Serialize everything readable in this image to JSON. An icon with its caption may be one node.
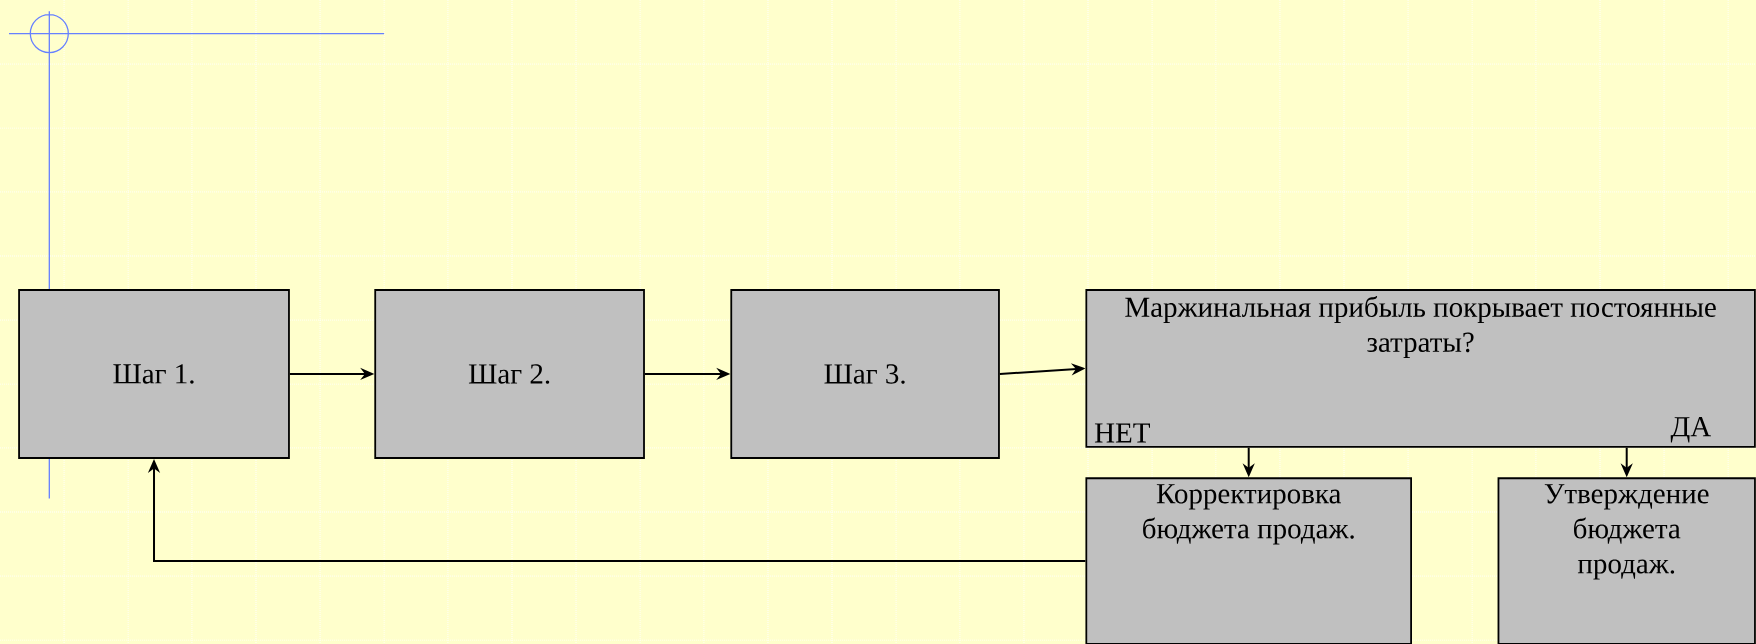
{
  "diagram": {
    "nodes": [
      {
        "text": [
          "Шаг 1."
        ]
      },
      {
        "text": [
          "Шаг 2."
        ]
      },
      {
        "text": [
          "Шаг 3."
        ]
      },
      {
        "text": [
          "Маржинальная прибыль  покрывает постоянные затраты?",
          "НЕТ",
          "ДА"
        ]
      },
      {
        "text": [
          "Корректировка бюджета продаж."
        ]
      },
      {
        "text": [
          "Утверждение бюджета продаж."
        ]
      }
    ],
    "edges": [
      {
        "from": 0,
        "to": 1,
        "arrow": "to"
      },
      {
        "from": 1,
        "to": 2,
        "arrow": "to"
      },
      {
        "from": 2,
        "to": 3,
        "arrow": "to"
      },
      {
        "from": 3,
        "to": 4,
        "arrow": "to"
      },
      {
        "from": 3,
        "to": 5,
        "arrow": "to"
      },
      {
        "from": 4,
        "to": 0,
        "arrow": "to"
      }
    ]
  }
}
